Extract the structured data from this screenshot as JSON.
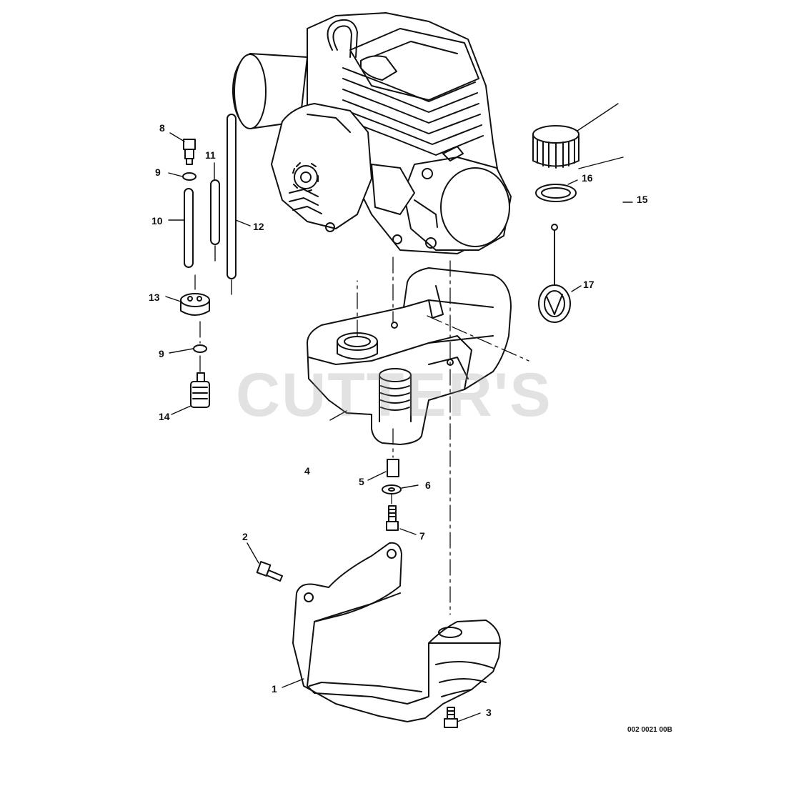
{
  "watermark": "CUTTER'S",
  "drawing_code": "002 0021 00B",
  "callouts": {
    "c1": "1",
    "c2": "2",
    "c3": "3",
    "c4": "4",
    "c5": "5",
    "c6": "6",
    "c7": "7",
    "c8": "8",
    "c9a": "9",
    "c9b": "9",
    "c10": "10",
    "c11": "11",
    "c12": "12",
    "c13": "13",
    "c14": "14",
    "c15": "15",
    "c16": "16",
    "c17": "17"
  },
  "colors": {
    "line": "#111111",
    "watermark": "#969696",
    "background": "#ffffff"
  }
}
